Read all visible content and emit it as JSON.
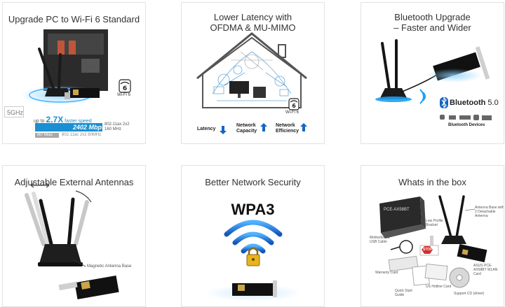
{
  "tiles": [
    {
      "title_lines": [
        "Upgrade PC to Wi-Fi 6 Standard"
      ],
      "wifi_badge": "Wi-Fi 6",
      "band": "5GHz",
      "speed_prefix": "up to",
      "speed_factor": "2.7X",
      "speed_suffix": "faster speed",
      "new_speed": "2402 Mbps",
      "new_standard": "802.11ax 2x2",
      "new_width": "160 MHz",
      "old_speed": "867 Mbps",
      "old_standard": "802.11ac 2x2 80MHz"
    },
    {
      "title_lines": [
        "Lower Latency with",
        "OFDMA & MU-MIMO"
      ],
      "wifi_badge": "Wi-Fi 6",
      "metrics": [
        "Latency",
        "Network Capacity",
        "Network Efficiency"
      ]
    },
    {
      "title_lines": [
        "Bluetooth Upgrade",
        "– Faster and Wider"
      ],
      "bt_label": "Bluetooth",
      "bt_version": "5.0",
      "devices_caption": "Bluetooth Devices"
    },
    {
      "title_lines": [
        "Adjustable External Antennas"
      ],
      "callout": "Magnetic Antenna Base"
    },
    {
      "title_lines": [
        "Better Network Security"
      ],
      "security": "WPA3"
    },
    {
      "title_lines": [
        "Whats in the box"
      ],
      "labels": {
        "antenna_base": "Antenna Base with 2 Detachable Antenna",
        "bracket": "Low Profile Bracket",
        "usb_cable": "Motherboard USB Cable",
        "card": "ASUS PCE-AX58BT WLAN Card",
        "warranty": "Warranty Card",
        "guide": "Quick Start Guide",
        "hotline": "US Hotline Card",
        "cd": "Support CD (driver)"
      },
      "box_text": "PCE-AX58BT",
      "stop_text": "STOP"
    }
  ],
  "colors": {
    "accent_blue": "#1a8fd1",
    "bar_gray": "#a8a8a8",
    "arrow_blue": "#1565c0",
    "wifi_blue": "#1f7fd4",
    "lock_gold": "#e7b41b"
  }
}
